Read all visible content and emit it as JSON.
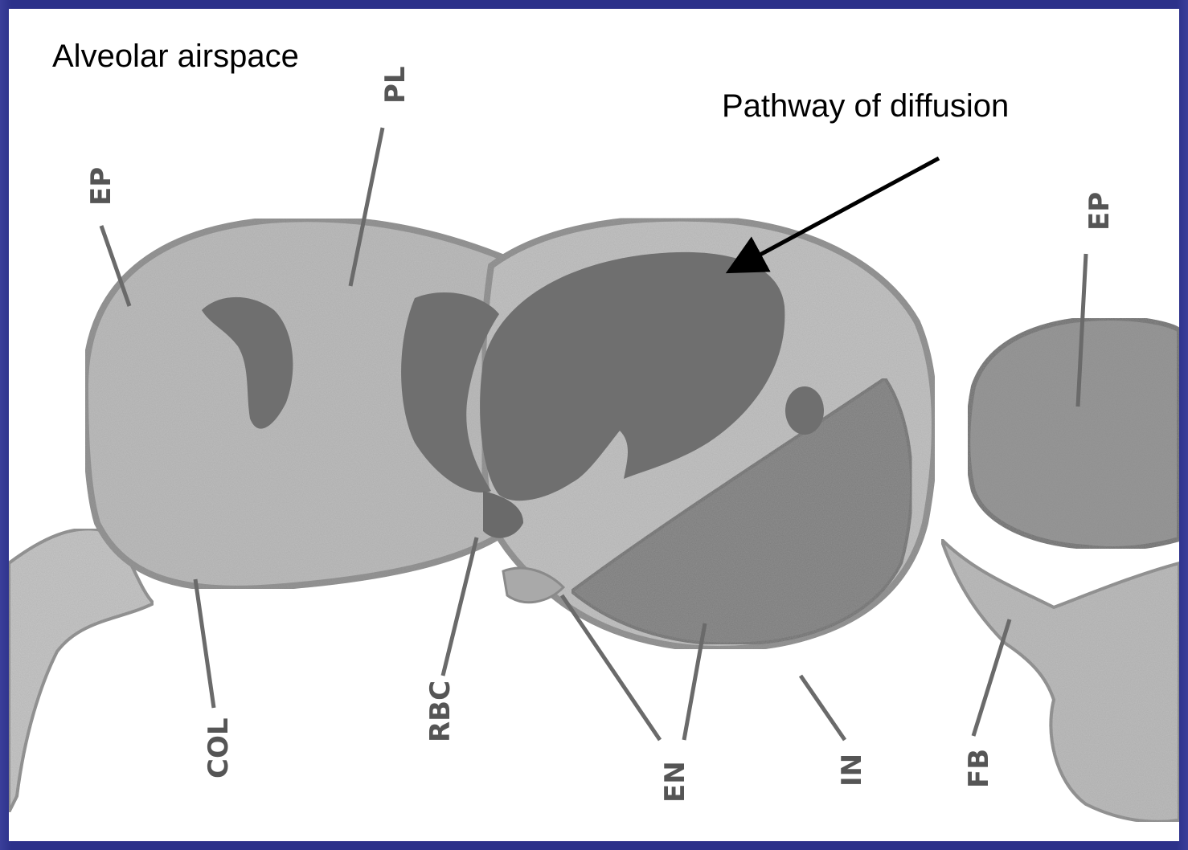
{
  "slide": {
    "airspace_label": "Alveolar airspace",
    "pathway_label": "Pathway of diffusion"
  },
  "labels": {
    "ep_left": "EP",
    "pl": "PL",
    "col": "COL",
    "rbc": "RBC",
    "en": "EN",
    "in": "IN",
    "fb": "FB",
    "ep_right": "EP"
  },
  "colors": {
    "frame": "#2c318a",
    "background": "#ffffff",
    "tissue": "#bdbdbd",
    "cell_dark": "#6f6f6f",
    "membrane": "#8a8a8a",
    "label_text": "#555555",
    "arrow": "#000000"
  }
}
